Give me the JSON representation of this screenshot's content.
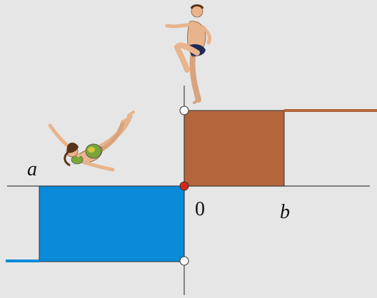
{
  "labels": {
    "a": "a",
    "zero": "0",
    "b": "b"
  },
  "figures": {
    "left_figure": "diving-swimmer-figure",
    "top_figure": "jumping-swimmer-figure"
  },
  "colors": {
    "background": "#e6e6e6",
    "axis": "#444444",
    "blue_region": "#0a8ad8",
    "brown_region": "#b5653c",
    "origin_dot": "#d9241b",
    "open_circle_fill": "#ffffff",
    "skin": "#e7b48c",
    "trunks_dark": "#1d2b57",
    "hair": "#5a3418",
    "suit_green": "#7aa63a",
    "suit_yellow": "#d7c43a"
  }
}
